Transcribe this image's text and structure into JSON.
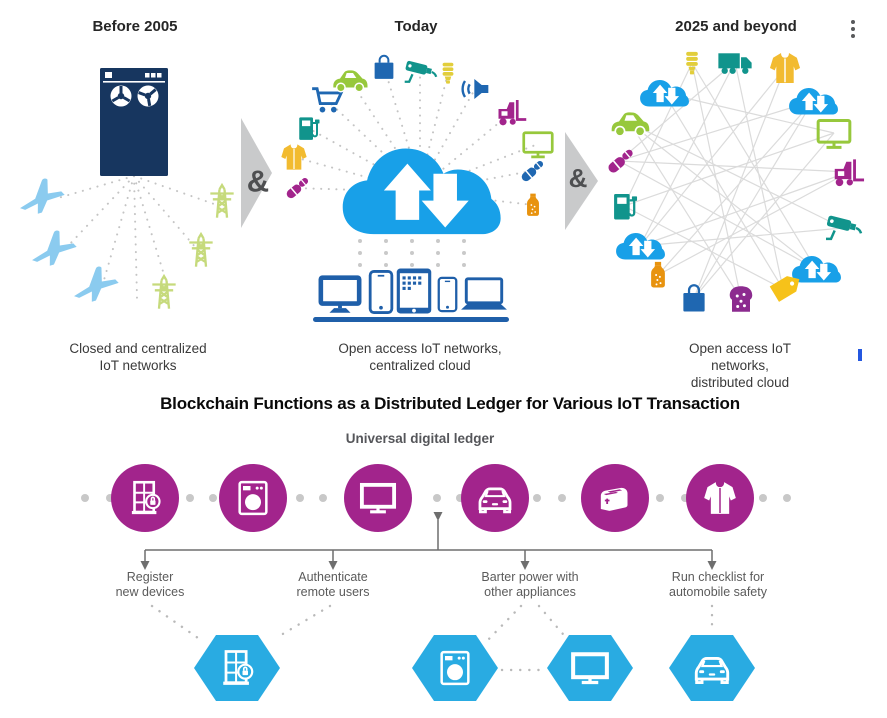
{
  "panels": [
    {
      "title": "Before 2005",
      "caption": "Closed and centralized\nIoT networks",
      "icons": [
        "mainframe-icon",
        "airplane-icon",
        "airplane-icon",
        "airplane-icon",
        "power-tower-icon",
        "power-tower-icon",
        "power-tower-icon"
      ]
    },
    {
      "title": "Today",
      "caption": "Open access IoT networks,\ncentralized cloud",
      "icons": [
        "pills-icon",
        "coat-icon",
        "gas-pump-icon",
        "shopping-cart-icon",
        "car-icon",
        "shopping-bag-icon",
        "security-camera-icon",
        "cfl-bulb-icon",
        "speaker-icon",
        "forklift-icon",
        "monitor-icon",
        "pills-icon",
        "bottle-icon",
        "cloud-sync-icon",
        "desktop-icon",
        "smartphone-icon",
        "tablet-icon",
        "smartphone-icon",
        "laptop-icon"
      ]
    },
    {
      "title": "2025 and beyond",
      "caption": "Open access IoT networks,\ndistributed cloud",
      "icons": [
        "cfl-bulb-icon",
        "truck-icon",
        "coat-icon",
        "cloud-sync-icon",
        "cloud-sync-icon",
        "car-icon",
        "monitor-icon",
        "pills-icon",
        "forklift-icon",
        "gas-pump-icon",
        "security-camera-icon",
        "cloud-sync-icon",
        "cloud-sync-icon",
        "bottle-icon",
        "shopping-bag-icon",
        "bread-icon",
        "tag-icon"
      ]
    }
  ],
  "separator_label": "&",
  "section_title": "Blockchain Functions as a Distributed Ledger for Various IoT Transaction",
  "ledger": {
    "title": "Universal digital ledger",
    "devices": [
      "door-icon",
      "washing-machine-icon",
      "tv-icon",
      "car-icon",
      "toaster-icon",
      "coat-icon"
    ],
    "functions": [
      {
        "label": "Register\nnew devices"
      },
      {
        "label": "Authenticate\nremote users"
      },
      {
        "label": "Barter power with\nother appliances"
      },
      {
        "label": "Run checklist for\nautomobile safety"
      }
    ],
    "hex_devices": [
      "door-icon",
      "washing-machine-icon",
      "tv-icon",
      "car-icon"
    ]
  },
  "colors": {
    "magenta": "#A2248C",
    "hex_blue": "#29ABE2",
    "cloud_blue": "#18A0E8",
    "device_blue": "#1F5FA9",
    "navy": "#17365F",
    "plane_blue": "#8BCBEF",
    "tower_green": "#C6DA7C",
    "lime": "#97C83C",
    "teal": "#11948C",
    "yellow": "#F2BB30",
    "bulb_yellow": "#E2CE3B",
    "orange": "#E8930F",
    "royal_blue": "#1F67B1",
    "purple": "#8C2B8F",
    "tag_yellow": "#F6C21A",
    "arrow_gray": "#C9CACB",
    "mesh_gray": "#DBDBDB",
    "connector_gray": "#6E6E6E",
    "label_gray": "#5B5B5B"
  }
}
